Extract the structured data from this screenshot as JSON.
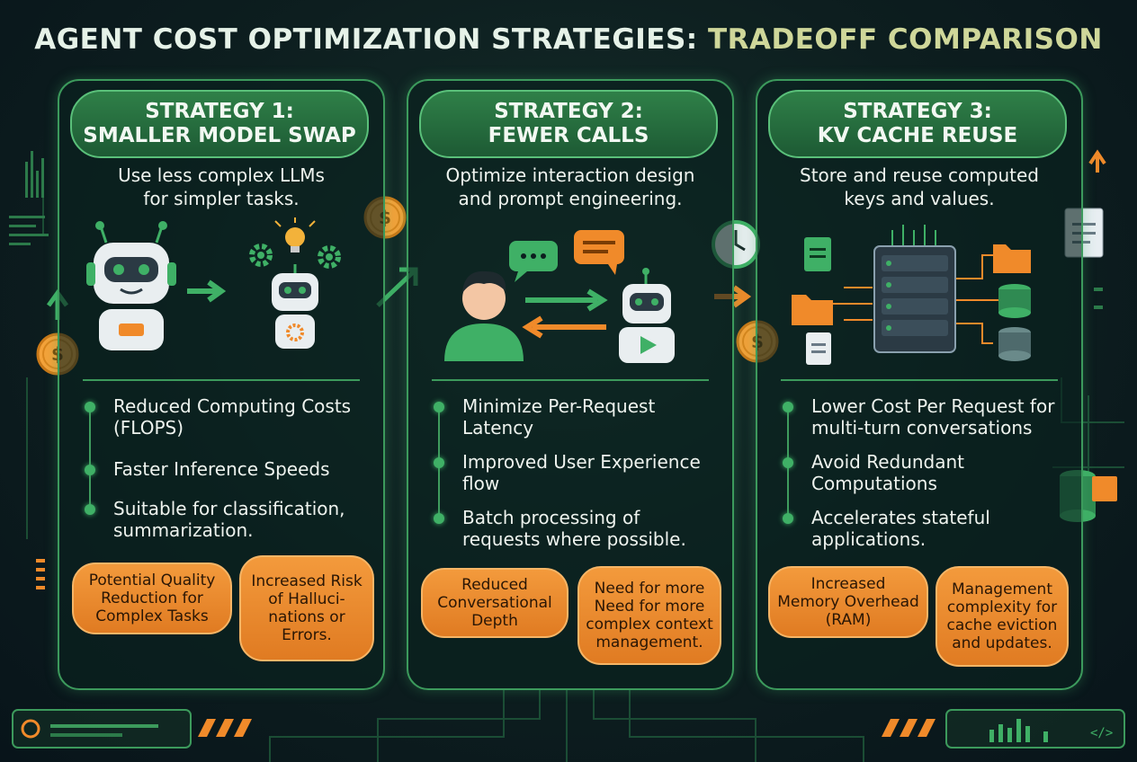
{
  "title": {
    "part1": "AGENT COST OPTIMIZATION STRATEGIES:",
    "part2": "TRADEOFF COMPARISON"
  },
  "strategies": [
    {
      "header_line1": "STRATEGY 1:",
      "header_line2": "SMALLER MODEL SWAP",
      "desc_line1": "Use less complex LLMs",
      "desc_line2": "for simpler tasks.",
      "benefits": [
        {
          "line1": "Reduced Computing Costs",
          "line2": "(FLOPS)"
        },
        {
          "line1": "Faster Inference Speeds",
          "line2": ""
        },
        {
          "line1": "Suitable for classification,",
          "line2": "summarization."
        }
      ],
      "tradeoffs": [
        {
          "line1": "Potential Quality",
          "line2": "Reduction for",
          "line3": "Complex Tasks",
          "line4": ""
        },
        {
          "line1": "Increased Risk",
          "line2": "of Halluci-",
          "line3": "nations or",
          "line4": "Errors."
        }
      ]
    },
    {
      "header_line1": "STRATEGY 2:",
      "header_line2": "FEWER CALLS",
      "desc_line1": "Optimize interaction design",
      "desc_line2": "and prompt engineering.",
      "benefits": [
        {
          "line1": "Minimize Per-Request",
          "line2": "Latency"
        },
        {
          "line1": "Improved User Experience",
          "line2": "flow"
        },
        {
          "line1": "Batch processing of",
          "line2": "requests where possible."
        }
      ],
      "tradeoffs": [
        {
          "line1": "Reduced",
          "line2": "Conversational",
          "line3": "Depth",
          "line4": ""
        },
        {
          "line1": "Need for more",
          "line2": "Need for more",
          "line3": "complex context",
          "line4": "management."
        }
      ]
    },
    {
      "header_line1": "STRATEGY 3:",
      "header_line2": "KV CACHE REUSE",
      "desc_line1": "Store and reuse computed",
      "desc_line2": "keys and values.",
      "benefits": [
        {
          "line1": "Lower Cost Per Request for",
          "line2": "multi-turn conversations"
        },
        {
          "line1": "Avoid Redundant",
          "line2": "Computations"
        },
        {
          "line1": "Accelerates stateful",
          "line2": "applications."
        }
      ],
      "tradeoffs": [
        {
          "line1": "Increased",
          "line2": "Memory Overhead",
          "line3": "(RAM)",
          "line4": ""
        },
        {
          "line1": "Management",
          "line2": "complexity for",
          "line3": "cache eviction",
          "line4": "and updates."
        }
      ]
    }
  ],
  "icons": {
    "coin": "dollar-coin-icon",
    "clock": "clock-icon",
    "robot": "robot-icon",
    "gear": "gear-icon",
    "lightbulb": "lightbulb-icon",
    "user": "user-icon",
    "chat": "chat-bubble-icon",
    "server": "server-rack-icon",
    "folder": "folder-icon",
    "database": "database-icon",
    "document": "document-icon",
    "code": "code-icon"
  },
  "colors": {
    "green_accent": "#3c9a5c",
    "orange_accent": "#e98a2e",
    "background": "#0d1e1f"
  }
}
